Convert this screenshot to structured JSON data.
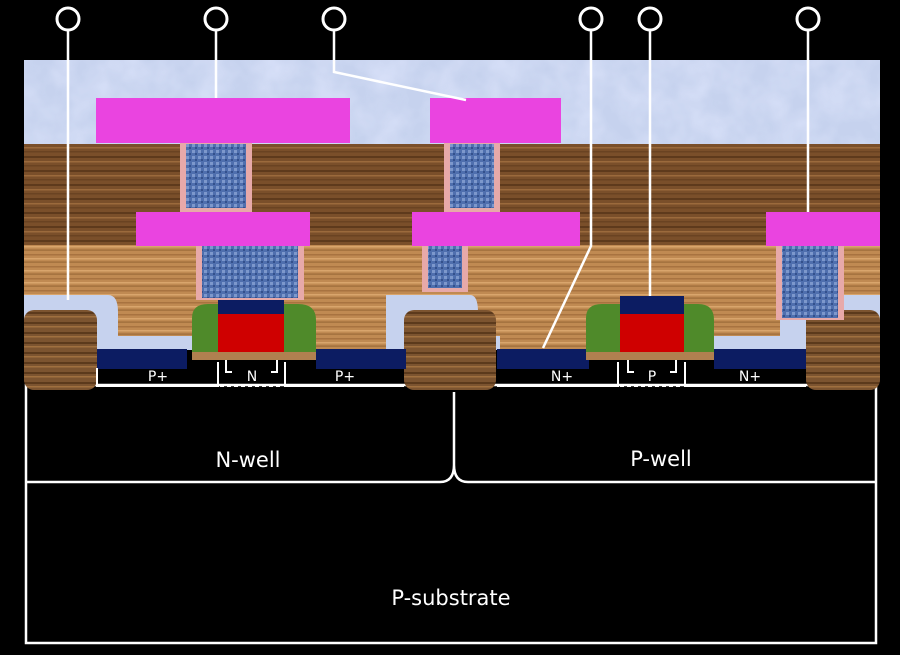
{
  "diagram": {
    "labels": {
      "p_plus": "P+",
      "n_channel": "N",
      "n_plus": "N+",
      "p_channel": "P",
      "n_well": "N-well",
      "p_well": "P-well",
      "p_substrate": "P-substrate"
    },
    "colors": {
      "background": "#000000",
      "outline": "#ffffff",
      "metal": "#ea44e0",
      "via": "#5575b3",
      "via_liner": "#e7a9a9",
      "dielectric_top": "#c6d2ee",
      "dielectric_wood_dark": "#7a4f2a",
      "dielectric_wood_light": "#c08a52",
      "isolation": "#7c5430",
      "diffusion": "#0c1c62",
      "gate": "#cf0000",
      "spacer": "#4f8a2a"
    }
  }
}
